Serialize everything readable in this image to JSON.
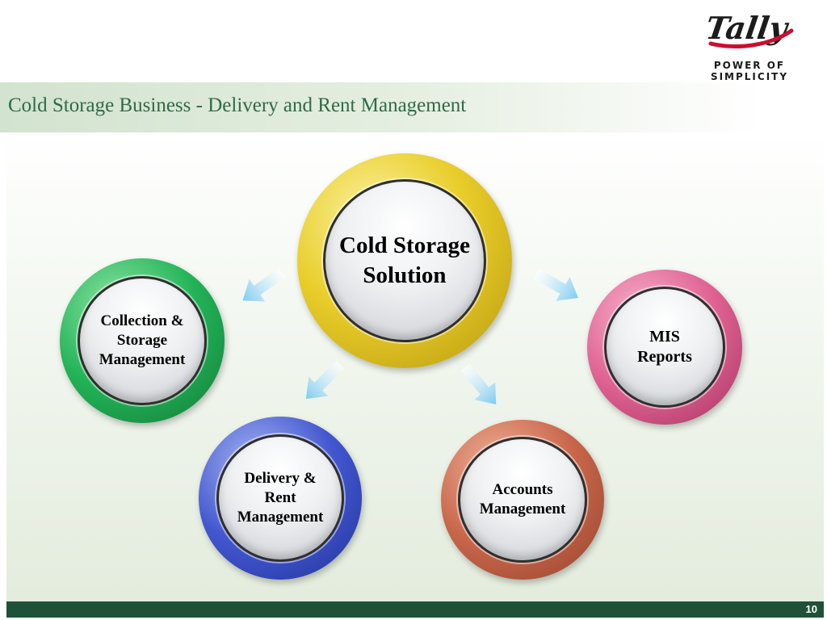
{
  "logo": {
    "brand": "Tally",
    "tagline": "POWER OF SIMPLICITY"
  },
  "title": "Cold Storage Business -  Delivery and Rent Management",
  "nodes": {
    "center": "Cold Storage\nSolution",
    "collection": "Collection &\nStorage\nManagement",
    "mis": "MIS\nReports",
    "delivery": "Delivery &\nRent\nManagement",
    "accounts": "Accounts\nManagement"
  },
  "colors": {
    "title_text": "#2e6b45",
    "footer": "#1f5139",
    "center_ring": "#e9cd2a",
    "collection_ring": "#22b357",
    "mis_ring": "#df6292",
    "delivery_ring": "#4257cf",
    "accounts_ring": "#c8664a",
    "arrow": "#7ecbf0"
  },
  "footer": {
    "page_number": "10"
  }
}
